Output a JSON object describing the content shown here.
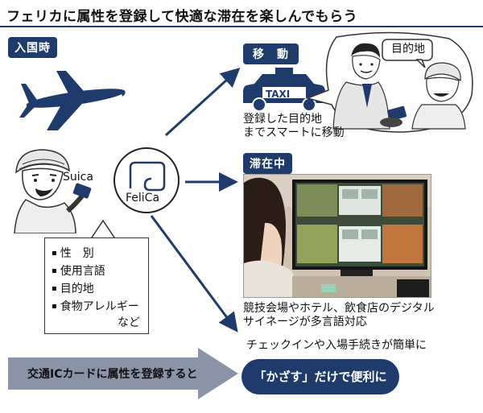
{
  "title": "フェリカに属性を登録して快適な滞在を楽しんでもらう",
  "labels": {
    "arrival": "入国時",
    "move": "移　動",
    "stay": "滞在中"
  },
  "card_labels": {
    "suica": "Suica",
    "felica": "FeliCa"
  },
  "taxi_sign": "TAXI",
  "destination_bubble": "目的地",
  "move_caption": [
    "登録した目的地",
    "までスマートに移動"
  ],
  "attributes": [
    "性　別",
    "使用言語",
    "目的地",
    "食物アレルギー",
    "など"
  ],
  "stay_caption": [
    "競技会場やホテル、飲食店のデジタル",
    "サイネージが多言語対応"
  ],
  "checkin_caption": "チェックインや入場手続きが簡単に",
  "bottom_arrow_text": "交通ICカードに属性を登録すると",
  "oval_text": "「かざす」だけで便利に",
  "colors": {
    "navy": "#1f3b6b",
    "arrow_gray": "#8a94a6"
  }
}
